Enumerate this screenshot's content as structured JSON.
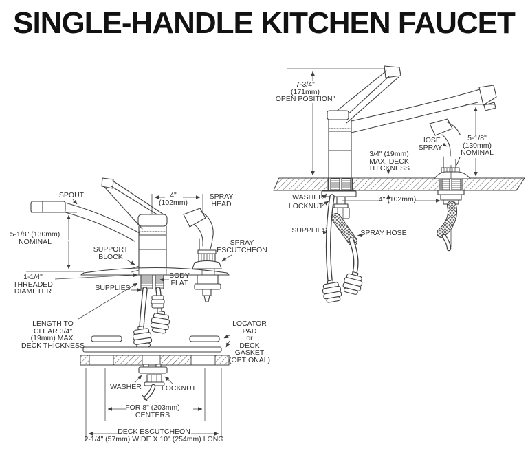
{
  "title": "SINGLE-HANDLE KITCHEN FAUCET",
  "colors": {
    "ink": "#3f3f3f",
    "text": "#2e2e2e",
    "paper": "#ffffff"
  },
  "left": {
    "spout": "SPOUT",
    "dim_4in": "4\"\n(102mm)",
    "spray_head": "SPRAY\nHEAD",
    "spout_height": "5-1/8\" (130mm)\nNOMINAL",
    "support_block": "SUPPORT\nBLOCK",
    "spray_escutcheon": "SPRAY\nESCUTCHEON",
    "body_flat": "BODY\nFLAT",
    "threaded_diameter": "1-1/4\"\nTHREADED\nDIAMETER",
    "supplies": "SUPPLIES",
    "length_to_clear": "LENGTH TO\nCLEAR 3/4\"\n(19mm) MAX.\nDECK THICKNESS",
    "locator_pad": "LOCATOR\nPAD\nor\nDECK\nGASKET\n(OPTIONAL)",
    "washer": "WASHER",
    "locknut": "LOCKNUT",
    "centers": "FOR 8\" (203mm)\nCENTERS",
    "deck_escutcheon": "DECK ESCUTCHEON\n2-1/4\" (57mm) WIDE X 10\" (254mm) LONG"
  },
  "right": {
    "open_position": "7-3/4\"\n(171mm)\nOPEN POSITION\"",
    "hose_spray": "HOSE\nSPRAY",
    "spout_height": "5-1/8\"\n(130mm)\nNOMINAL",
    "deck_thickness": "3/4\" (19mm)\nMAX. DECK\nTHICKNESS",
    "washer": "WASHER",
    "locknut": "LOCKNUT",
    "dim_4in": "4\" (102mm)",
    "supplies": "SUPPLIES",
    "spray_hose": "SPRAY HOSE"
  }
}
